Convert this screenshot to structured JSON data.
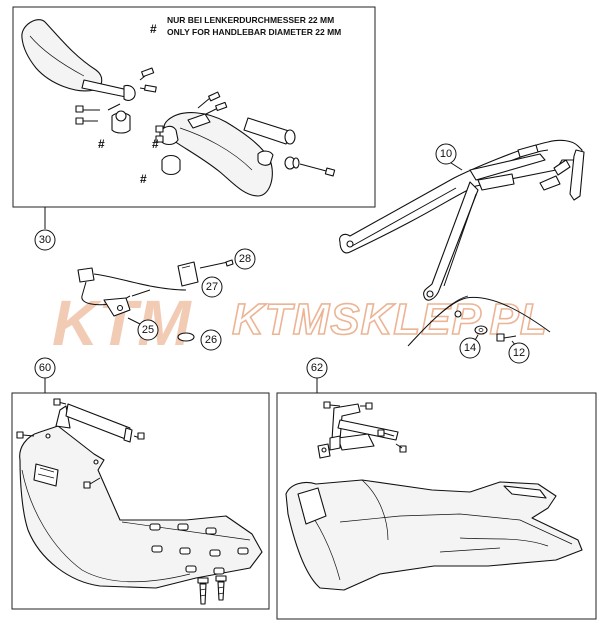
{
  "note": {
    "symbol": "#",
    "line1": "NUR BEI LENKERDURCHMESSER 22 MM",
    "line2": "ONLY FOR HANDLEBAR DIAMETER 22 MM"
  },
  "part_markers": [
    "#",
    "#",
    "#"
  ],
  "callouts": {
    "c10": "10",
    "c12": "12",
    "c14": "14",
    "c25": "25",
    "c26": "26",
    "c27": "27",
    "c28": "28",
    "c30": "30",
    "c60": "60",
    "c62": "62"
  },
  "watermark": {
    "logo": "KTM",
    "site": "KTMSKLEP.PL"
  },
  "colors": {
    "watermark": "#e8a27a",
    "line": "#111111"
  }
}
